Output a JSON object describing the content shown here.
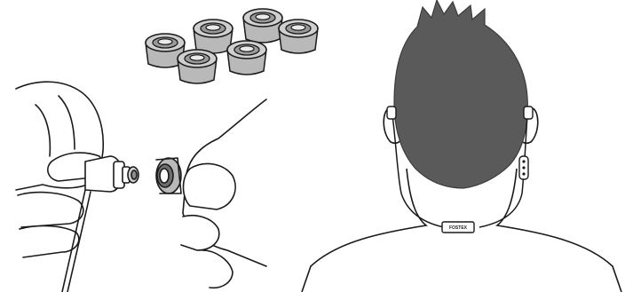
{
  "figure": {
    "brand_text": "FOSTEX",
    "colors": {
      "outline": "#1a1a1a",
      "eartip_fill": "#b9b9b9",
      "eartip_shade": "#8e8e8e",
      "hair": "#5a5a5a",
      "skin": "#ffffff"
    },
    "panels": [
      {
        "id": "eartips",
        "icon": "eartip-set-icon"
      },
      {
        "id": "attach",
        "icon": "hands-attaching-eartip-icon"
      },
      {
        "id": "wearing",
        "icon": "over-ear-neckband-wearing-icon"
      }
    ]
  }
}
